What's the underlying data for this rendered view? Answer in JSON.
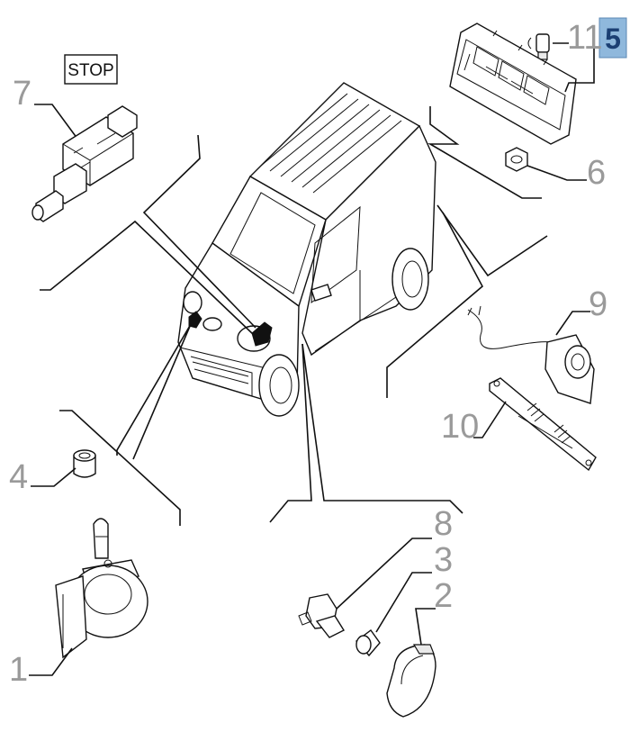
{
  "badge": {
    "label": "5",
    "color": "#8fb8dc"
  },
  "stop_label": "STOP",
  "callouts": {
    "c1": "1",
    "c2": "2",
    "c3": "3",
    "c4": "4",
    "c6": "6",
    "c7": "7",
    "c8": "8",
    "c9": "9",
    "c10": "10",
    "c11": "11"
  }
}
